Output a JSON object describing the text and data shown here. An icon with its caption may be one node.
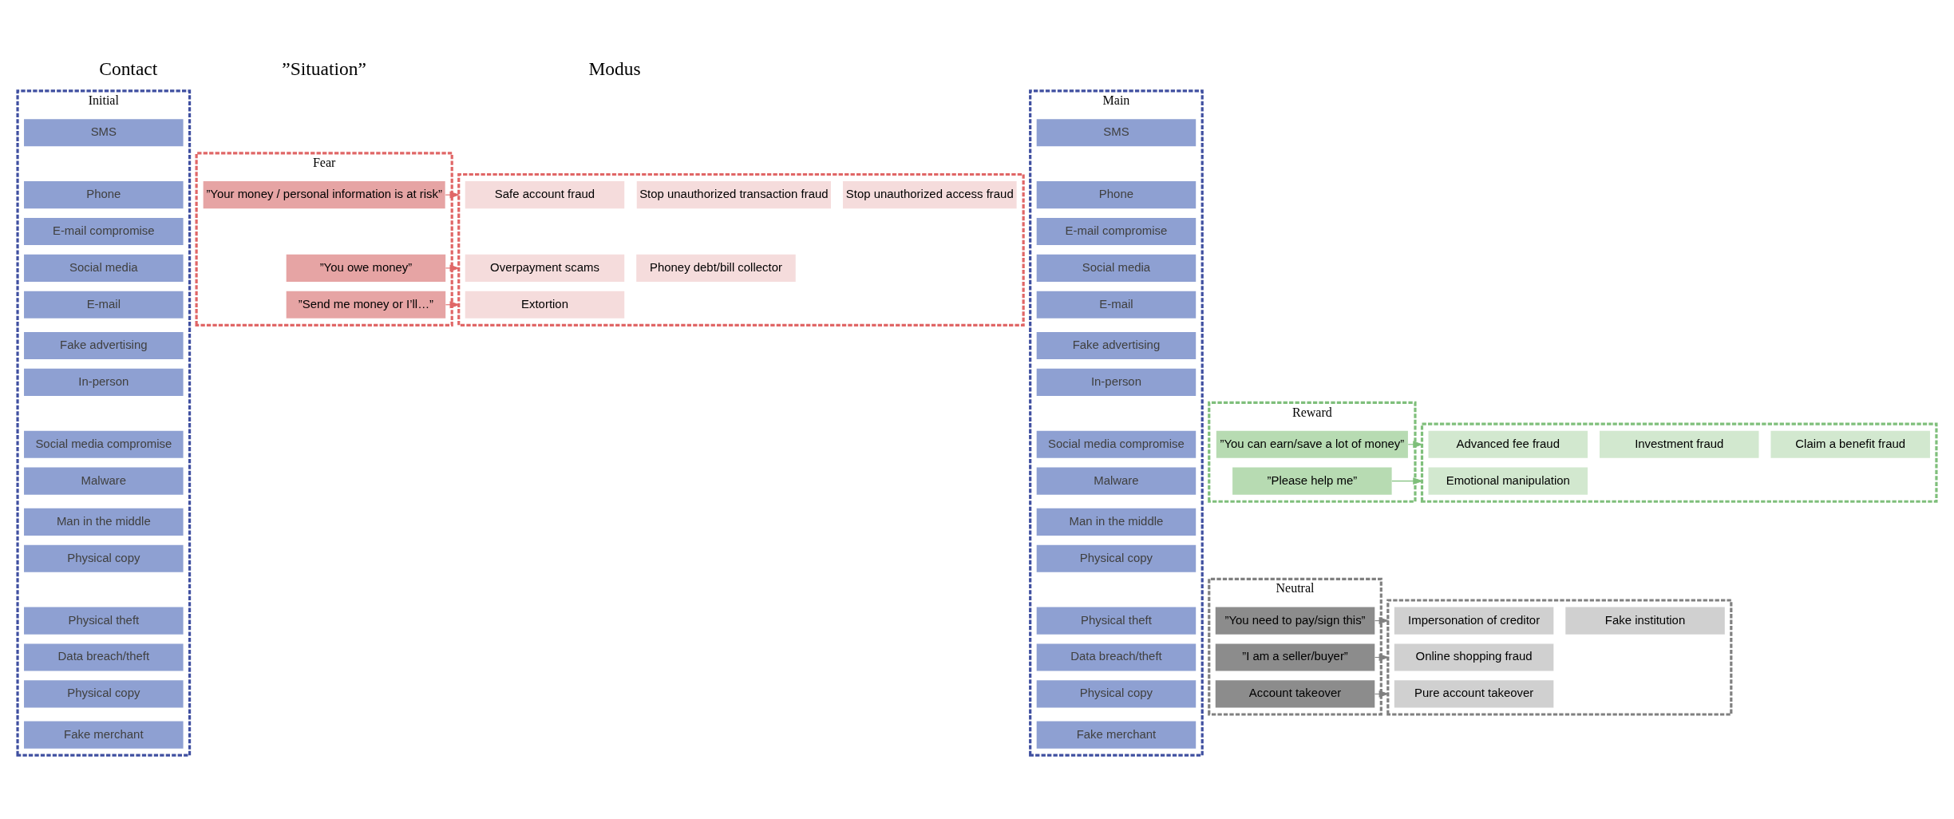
{
  "diagram": {
    "nodes": [
      {
        "text": [
          "Initial"
        ]
      },
      {
        "text": [
          "SMS"
        ],
        "in": 0
      },
      {
        "text": [
          "Phone"
        ],
        "in": 0
      },
      {
        "text": [
          "E-mail compromise"
        ],
        "in": 0
      },
      {
        "text": [
          "Social media"
        ],
        "in": 0
      },
      {
        "text": [
          "E-mail"
        ],
        "in": 0
      },
      {
        "text": [
          "Fake advertising"
        ],
        "in": 0
      },
      {
        "text": [
          "In-person"
        ],
        "in": 0
      },
      {
        "text": [
          "Social media compromise"
        ],
        "in": 0
      },
      {
        "text": [
          "Malware"
        ],
        "in": 0
      },
      {
        "text": [
          "Man in the middle"
        ],
        "in": 0
      },
      {
        "text": [
          "Physical copy"
        ],
        "in": 0
      },
      {
        "text": [
          "Physical theft"
        ],
        "in": 0
      },
      {
        "text": [
          "Data breach/theft"
        ],
        "in": 0
      },
      {
        "text": [
          "Physical copy"
        ],
        "in": 0
      },
      {
        "text": [
          "Fake merchant"
        ],
        "in": 0
      },
      {
        "text": [
          "Main"
        ]
      },
      {
        "text": [
          "SMS"
        ],
        "in": 16
      },
      {
        "text": [
          "Phone"
        ],
        "in": 16
      },
      {
        "text": [
          "E-mail compromise"
        ],
        "in": 16
      },
      {
        "text": [
          "Social media"
        ],
        "in": 16
      },
      {
        "text": [
          "E-mail"
        ],
        "in": 16
      },
      {
        "text": [
          "Fake advertising"
        ],
        "in": 16
      },
      {
        "text": [
          "In-person"
        ],
        "in": 16
      },
      {
        "text": [
          "Social media compromise"
        ],
        "in": 16
      },
      {
        "text": [
          "Malware"
        ],
        "in": 16
      },
      {
        "text": [
          "Man in the middle"
        ],
        "in": 16
      },
      {
        "text": [
          "Physical copy"
        ],
        "in": 16
      },
      {
        "text": [
          "Physical theft"
        ],
        "in": 16
      },
      {
        "text": [
          "Data breach/theft"
        ],
        "in": 16
      },
      {
        "text": [
          "Physical copy"
        ],
        "in": 16
      },
      {
        "text": [
          "Fake merchant"
        ],
        "in": 16
      },
      {
        "text": [
          "Fear"
        ]
      },
      {
        "text": [
          "”Your money / personal information is at risk”"
        ],
        "in": 32
      },
      {
        "text": [
          "”You owe money”"
        ],
        "in": 32
      },
      {
        "text": [
          "”Send me money or I’ll…”"
        ],
        "in": 32
      },
      {
        "text": [],
        "shape": "box"
      },
      {
        "text": [
          "Safe account fraud"
        ],
        "in": 36
      },
      {
        "text": [
          "Stop unauthorized transaction fraud"
        ],
        "in": 36
      },
      {
        "text": [
          "Stop unauthorized access fraud"
        ],
        "in": 36
      },
      {
        "text": [
          "Overpayment scams"
        ],
        "in": 36
      },
      {
        "text": [
          "Phoney debt/bill collector"
        ],
        "in": 36
      },
      {
        "text": [
          "Extortion"
        ],
        "in": 36
      },
      {
        "text": [
          "Reward"
        ]
      },
      {
        "text": [
          "”You can earn/save a lot of money”"
        ],
        "in": 43
      },
      {
        "text": [
          "”Please help me”"
        ],
        "in": 43
      },
      {
        "text": [],
        "shape": "box"
      },
      {
        "text": [
          "Advanced fee fraud"
        ],
        "in": 46
      },
      {
        "text": [
          "Investment fraud"
        ],
        "in": 46
      },
      {
        "text": [
          "Claim a benefit fraud"
        ],
        "in": 46
      },
      {
        "text": [
          "Emotional manipulation"
        ],
        "in": 46
      },
      {
        "text": [
          "Neutral"
        ]
      },
      {
        "text": [
          "”You need to pay/sign this”"
        ],
        "in": 51
      },
      {
        "text": [
          "”I am a seller/buyer”"
        ],
        "in": 51
      },
      {
        "text": [
          "Account takeover"
        ],
        "in": 51
      },
      {
        "text": [],
        "shape": "box"
      },
      {
        "text": [
          "Impersonation of creditor"
        ],
        "in": 55
      },
      {
        "text": [
          "Fake institution"
        ],
        "in": 55
      },
      {
        "text": [
          "Online shopping fraud"
        ],
        "in": 55
      },
      {
        "text": [
          "Pure account takeover"
        ],
        "in": 55
      }
    ],
    "edges": [
      {
        "from": 33,
        "to": 36,
        "arrow": "to",
        "color": "#e06666"
      },
      {
        "from": 34,
        "to": 36,
        "arrow": "to",
        "color": "#e06666"
      },
      {
        "from": 35,
        "to": 36,
        "arrow": "to",
        "color": "#e06666"
      },
      {
        "from": 44,
        "to": 46,
        "arrow": "to",
        "color": "#7fbf7b"
      },
      {
        "from": 45,
        "to": 46,
        "arrow": "to",
        "color": "#7fbf7b"
      },
      {
        "from": 52,
        "to": 55,
        "arrow": "to",
        "color": "#808080"
      },
      {
        "from": 53,
        "to": 55,
        "arrow": "to",
        "color": "#808080"
      },
      {
        "from": 54,
        "to": 55,
        "arrow": "to",
        "color": "#808080"
      }
    ],
    "labels": [
      "Contact",
      "”Situation”",
      "Modus"
    ]
  }
}
